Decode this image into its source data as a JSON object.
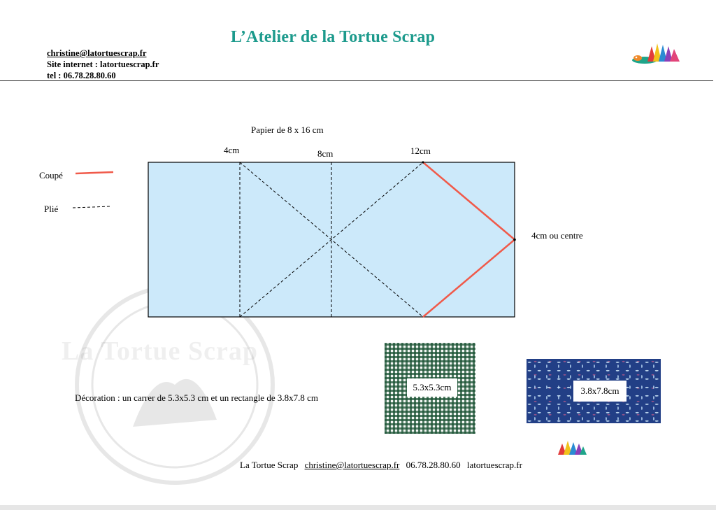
{
  "header": {
    "title": "L’Atelier de la Tortue Scrap",
    "email": "christine@latortuescrap.fr",
    "website": "Site internet : latortuescrap.fr",
    "phone": "tel : 06.78.28.80.60"
  },
  "watermark": {
    "text": "La Tortue Scrap"
  },
  "legend": {
    "cut_label": "Coupé",
    "fold_label": "Plié",
    "cut_color": "#f05a4a"
  },
  "diagram": {
    "paper_label": "Papier de 8 x 16 cm",
    "mark_4": "4cm",
    "mark_8": "8cm",
    "mark_12": "12cm",
    "side_label": "4cm ou centre",
    "paper_color": "#cce9fa",
    "paper_cm": [
      16,
      8
    ],
    "fold_x_cm": [
      4,
      8
    ],
    "cut_from_x_cm": 12
  },
  "decoration": {
    "text": "Décoration : un carrer de 5.3x5.3 cm et un rectangle de 3.8x7.8 cm",
    "square_label": "5.3x5.3cm",
    "rect_label": "3.8x7.8cm",
    "square_color": "#1a5234",
    "rect_color": "#223f86"
  },
  "footer": {
    "brand": "La Tortue Scrap",
    "email": "christine@latortuescrap.fr",
    "phone": "06.78.28.80.60",
    "site": "latortuescrap.fr"
  }
}
